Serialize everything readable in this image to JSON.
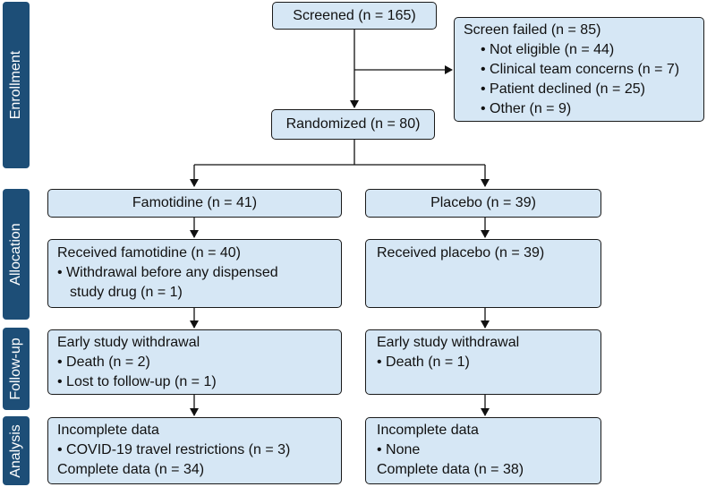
{
  "phases": {
    "enrollment": "Enrollment",
    "allocation": "Allocation",
    "follow_up": "Follow-up",
    "analysis": "Analysis"
  },
  "screened": "Screened (n = 165)",
  "screen_failed": {
    "title": "Screen failed (n = 85)",
    "items": [
      "• Not eligible (n = 44)",
      "• Clinical team concerns (n = 7)",
      "• Patient declined (n = 25)",
      "• Other (n = 9)"
    ]
  },
  "randomized": "Randomized (n = 80)",
  "famotidine": {
    "allocation": "Famotidine (n = 41)",
    "received": {
      "title": "Received famotidine (n = 40)",
      "item_line1": "• Withdrawal before any dispensed",
      "item_line2": "study drug (n = 1)"
    },
    "follow_up": {
      "title": "Early study withdrawal",
      "items": [
        "• Death (n = 2)",
        "• Lost to follow-up (n = 1)"
      ]
    },
    "analysis": {
      "title": "Incomplete data",
      "item": "• COVID-19 travel restrictions (n = 3)",
      "complete": "Complete data (n = 34)"
    }
  },
  "placebo": {
    "allocation": "Placebo (n = 39)",
    "received": {
      "title": "Received placebo (n = 39)"
    },
    "follow_up": {
      "title": "Early study withdrawal",
      "items": [
        "• Death (n = 1)"
      ]
    },
    "analysis": {
      "title": "Incomplete data",
      "item": "• None",
      "complete": "Complete data (n = 38)"
    }
  }
}
